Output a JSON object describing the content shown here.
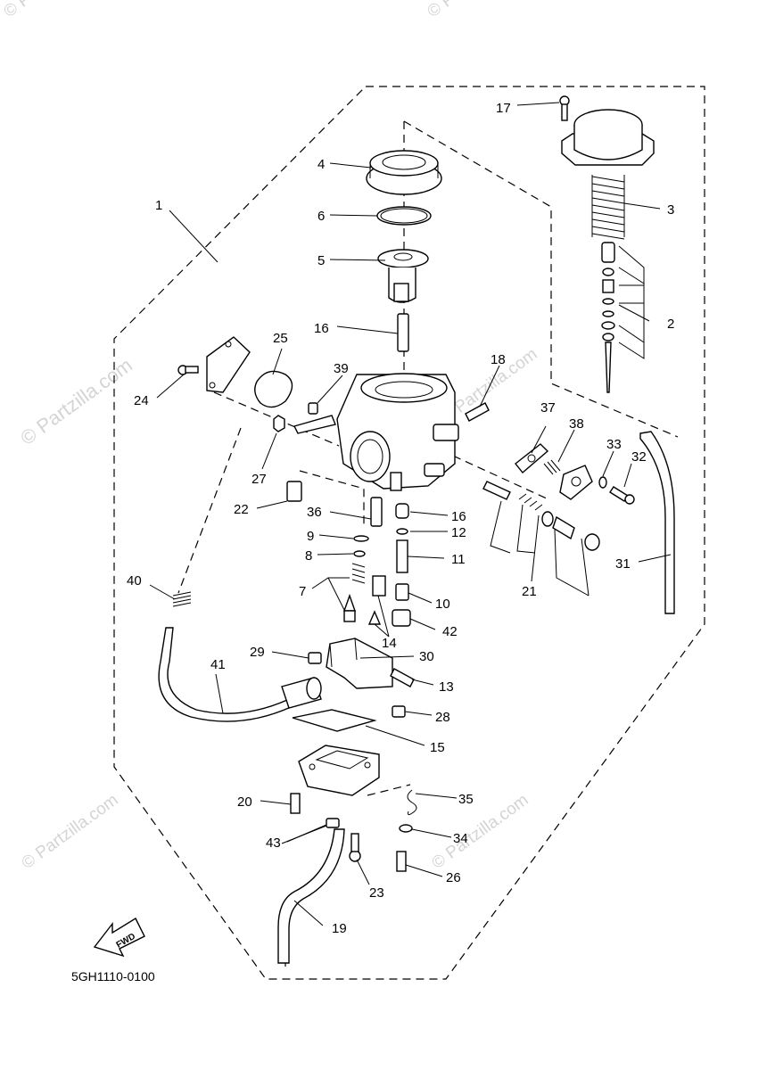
{
  "diagram_code": "5GH1110-0100",
  "fwd_label": "FWD",
  "watermark": "© Partzilla.com",
  "watermark_small": "© Partzilla.com",
  "callouts": [
    {
      "id": "1",
      "label": "1"
    },
    {
      "id": "2",
      "label": "2"
    },
    {
      "id": "3",
      "label": "3"
    },
    {
      "id": "4",
      "label": "4"
    },
    {
      "id": "5",
      "label": "5"
    },
    {
      "id": "6",
      "label": "6"
    },
    {
      "id": "7",
      "label": "7"
    },
    {
      "id": "8",
      "label": "8"
    },
    {
      "id": "9",
      "label": "9"
    },
    {
      "id": "10",
      "label": "10"
    },
    {
      "id": "11",
      "label": "11"
    },
    {
      "id": "12",
      "label": "12"
    },
    {
      "id": "13",
      "label": "13"
    },
    {
      "id": "14",
      "label": "14"
    },
    {
      "id": "15",
      "label": "15"
    },
    {
      "id": "16a",
      "label": "16"
    },
    {
      "id": "16b",
      "label": "16"
    },
    {
      "id": "17",
      "label": "17"
    },
    {
      "id": "18",
      "label": "18"
    },
    {
      "id": "19",
      "label": "19"
    },
    {
      "id": "20",
      "label": "20"
    },
    {
      "id": "21",
      "label": "21"
    },
    {
      "id": "22",
      "label": "22"
    },
    {
      "id": "23",
      "label": "23"
    },
    {
      "id": "24",
      "label": "24"
    },
    {
      "id": "25",
      "label": "25"
    },
    {
      "id": "26",
      "label": "26"
    },
    {
      "id": "27",
      "label": "27"
    },
    {
      "id": "28",
      "label": "28"
    },
    {
      "id": "29",
      "label": "29"
    },
    {
      "id": "30",
      "label": "30"
    },
    {
      "id": "31",
      "label": "31"
    },
    {
      "id": "32",
      "label": "32"
    },
    {
      "id": "33",
      "label": "33"
    },
    {
      "id": "34",
      "label": "34"
    },
    {
      "id": "35",
      "label": "35"
    },
    {
      "id": "36",
      "label": "36"
    },
    {
      "id": "37",
      "label": "37"
    },
    {
      "id": "38",
      "label": "38"
    },
    {
      "id": "39",
      "label": "39"
    },
    {
      "id": "40",
      "label": "40"
    },
    {
      "id": "41",
      "label": "41"
    },
    {
      "id": "42",
      "label": "42"
    },
    {
      "id": "43",
      "label": "43"
    }
  ]
}
